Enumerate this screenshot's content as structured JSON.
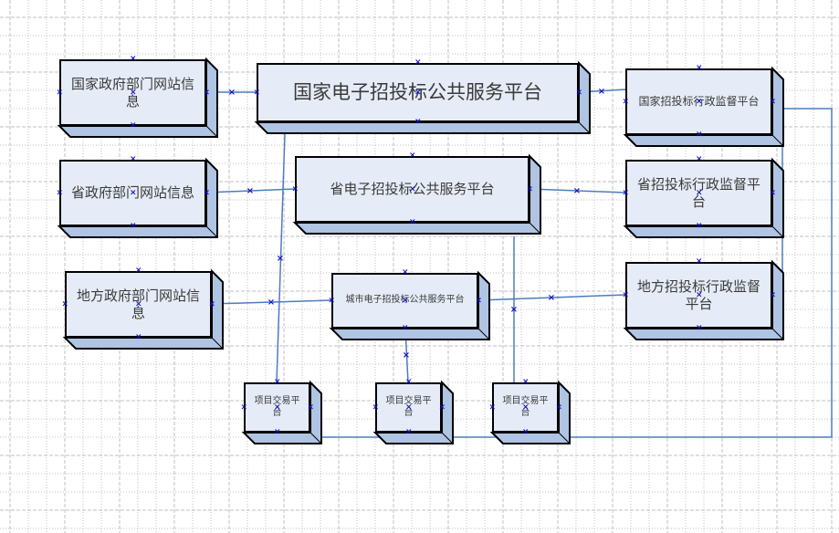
{
  "diagram": {
    "type": "block-diagram",
    "nodes": [
      {
        "id": "nat_gov_web",
        "label": "国家政府部门网站信息"
      },
      {
        "id": "nat_platform",
        "label": "国家电子招投标公共服务平台"
      },
      {
        "id": "nat_supervision",
        "label": "国家招投标行政监督平台"
      },
      {
        "id": "prov_gov_web",
        "label": "省政府部门网站信息"
      },
      {
        "id": "prov_platform",
        "label": "省电子招投标公共服务平台"
      },
      {
        "id": "prov_supervision",
        "label": "省招投标行政监督平台"
      },
      {
        "id": "local_gov_web",
        "label": "地方政府部门网站信息"
      },
      {
        "id": "city_platform",
        "label": "城市电子招投标公共服务平台"
      },
      {
        "id": "local_supervision",
        "label": "地方招投标行政监督平台"
      },
      {
        "id": "trade_1",
        "label": "项目交易平台"
      },
      {
        "id": "trade_2",
        "label": "项目交易平台"
      },
      {
        "id": "trade_3",
        "label": "项目交易平台"
      }
    ],
    "edges": [
      {
        "from": "nat_gov_web",
        "to": "nat_platform"
      },
      {
        "from": "nat_platform",
        "to": "nat_supervision"
      },
      {
        "from": "prov_gov_web",
        "to": "prov_platform"
      },
      {
        "from": "prov_platform",
        "to": "prov_supervision"
      },
      {
        "from": "local_gov_web",
        "to": "city_platform"
      },
      {
        "from": "city_platform",
        "to": "local_supervision"
      },
      {
        "from": "nat_platform",
        "to": "trade_1"
      },
      {
        "from": "city_platform",
        "to": "trade_2"
      },
      {
        "from": "prov_platform",
        "to": "trade_3"
      },
      {
        "from": "nat_supervision",
        "to": "local_supervision"
      },
      {
        "from": "trade_1",
        "to": "nat_supervision"
      }
    ],
    "colors": {
      "box_face": "#e6ecf7",
      "box_depth": "#b0c4e3",
      "connector": "#4f7bbf",
      "handle": "#1010c8",
      "grid": "#c0c0c0"
    }
  }
}
